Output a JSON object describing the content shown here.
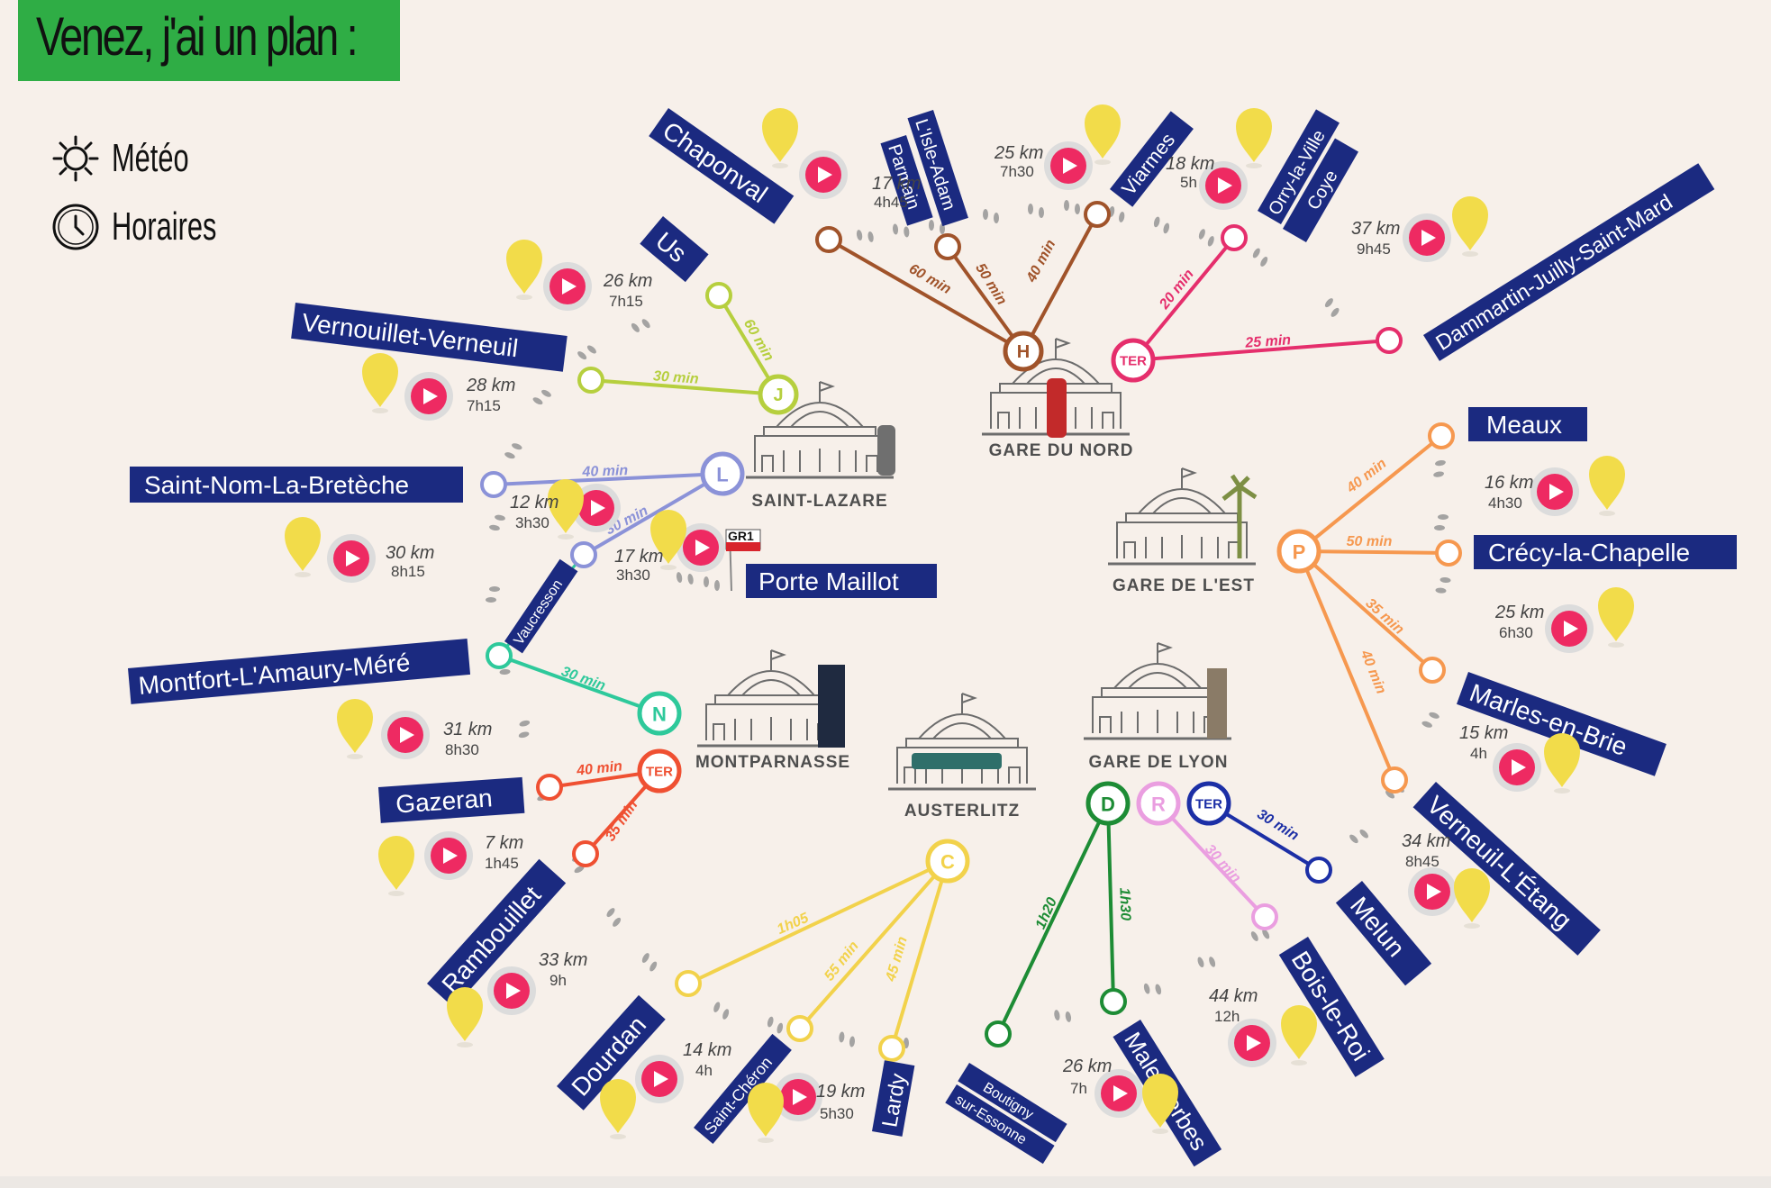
{
  "header": {
    "title": "Venez, j'ai un plan :"
  },
  "legend": [
    {
      "icon": "sun-icon",
      "label": "Météo"
    },
    {
      "icon": "clock-icon",
      "label": "Horaires"
    }
  ],
  "colors": {
    "banner": "#2fad45",
    "label_bg": "#1b2a80",
    "play": "#ee2a62",
    "pin": "#f2dc4a"
  },
  "stations": [
    {
      "name": "GARE DU NORD"
    },
    {
      "name": "SAINT-LAZARE"
    },
    {
      "name": "GARE DE L'EST"
    },
    {
      "name": "MONTPARNASSE"
    },
    {
      "name": "AUSTERLITZ"
    },
    {
      "name": "GARE DE LYON"
    }
  ],
  "lines": [
    {
      "letter": "H",
      "color": "#a0532a"
    },
    {
      "letter": "TER",
      "color": "#e52e6c"
    },
    {
      "letter": "J",
      "color": "#b6cf3e"
    },
    {
      "letter": "L",
      "color": "#8b92d8"
    },
    {
      "letter": "N",
      "color": "#2ec99b"
    },
    {
      "letter": "TER",
      "color": "#ef5032"
    },
    {
      "letter": "C",
      "color": "#f2d24b"
    },
    {
      "letter": "D",
      "color": "#1d8c35"
    },
    {
      "letter": "R",
      "color": "#ea9ee0"
    },
    {
      "letter": "TER",
      "color": "#1c2fa6"
    },
    {
      "letter": "P",
      "color": "#f6984f"
    }
  ],
  "destinations": [
    {
      "name": "Chaponval"
    },
    {
      "name": "L'Isle-Adam"
    },
    {
      "name": "Parmain"
    },
    {
      "name": "Viarmes"
    },
    {
      "name": "Orry-la-Ville"
    },
    {
      "name": "Coye"
    },
    {
      "name": "Dammartin-Juilly-Saint-Mard"
    },
    {
      "name": "Us"
    },
    {
      "name": "Vernouillet-Verneuil"
    },
    {
      "name": "Saint-Nom-La-Bretèche"
    },
    {
      "name": "Porte Maillot"
    },
    {
      "name": "GR1"
    },
    {
      "name": "Vaucresson"
    },
    {
      "name": "Montfort-L'Amaury-Méré"
    },
    {
      "name": "Gazeran"
    },
    {
      "name": "Rambouillet"
    },
    {
      "name": "Dourdan"
    },
    {
      "name": "Saint-Chéron"
    },
    {
      "name": "Lardy"
    },
    {
      "name": "Boutigny"
    },
    {
      "name": "sur-Essonne"
    },
    {
      "name": "Malesherbes"
    },
    {
      "name": "Bois-le-Roi"
    },
    {
      "name": "Melun"
    },
    {
      "name": "Verneuil-L'Étang"
    },
    {
      "name": "Marles-en-Brie"
    },
    {
      "name": "Crécy-la-Chapelle"
    },
    {
      "name": "Meaux"
    }
  ],
  "durations": [
    {
      "text": "60 min"
    },
    {
      "text": "50 min"
    },
    {
      "text": "40 min"
    },
    {
      "text": "20 min"
    },
    {
      "text": "25 min"
    },
    {
      "text": "60 min"
    },
    {
      "text": "30 min"
    },
    {
      "text": "40 min"
    },
    {
      "text": "30 min"
    },
    {
      "text": "30 min"
    },
    {
      "text": "40 min"
    },
    {
      "text": "35 min"
    },
    {
      "text": "1h05"
    },
    {
      "text": "55 min"
    },
    {
      "text": "45 min"
    },
    {
      "text": "1h20"
    },
    {
      "text": "1h30"
    },
    {
      "text": "30 min"
    },
    {
      "text": "30 min"
    },
    {
      "text": "40 min"
    },
    {
      "text": "50 min"
    },
    {
      "text": "35 min"
    },
    {
      "text": "40 min"
    }
  ],
  "hikes": [
    {
      "dist": "17 km",
      "time": "4h45"
    },
    {
      "dist": "25 km",
      "time": "7h30"
    },
    {
      "dist": "18 km",
      "time": "5h"
    },
    {
      "dist": "37 km",
      "time": "9h45"
    },
    {
      "dist": "26 km",
      "time": "7h15"
    },
    {
      "dist": "28 km",
      "time": "7h15"
    },
    {
      "dist": "12 km",
      "time": "3h30"
    },
    {
      "dist": "17 km",
      "time": "3h30"
    },
    {
      "dist": "30 km",
      "time": "8h15"
    },
    {
      "dist": "31 km",
      "time": "8h30"
    },
    {
      "dist": "7 km",
      "time": "1h45"
    },
    {
      "dist": "33 km",
      "time": "9h"
    },
    {
      "dist": "14 km",
      "time": "4h"
    },
    {
      "dist": "19 km",
      "time": "5h30"
    },
    {
      "dist": "26 km",
      "time": "7h"
    },
    {
      "dist": "44 km",
      "time": "12h"
    },
    {
      "dist": "34 km",
      "time": "8h45"
    },
    {
      "dist": "15 km",
      "time": "4h"
    },
    {
      "dist": "25 km",
      "time": "6h30"
    },
    {
      "dist": "16 km",
      "time": "4h30"
    }
  ]
}
